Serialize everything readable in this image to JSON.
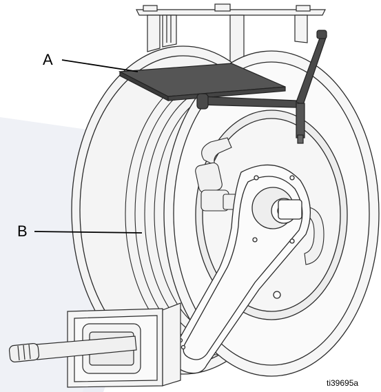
{
  "callouts": {
    "a": "A",
    "b": "B"
  },
  "figure_id": "ti39695a",
  "colors": {
    "outline": "#2a2a2a",
    "metal": "#f4f4f4",
    "handle": "#4a4a4a",
    "watermark": "#c8cce0"
  }
}
